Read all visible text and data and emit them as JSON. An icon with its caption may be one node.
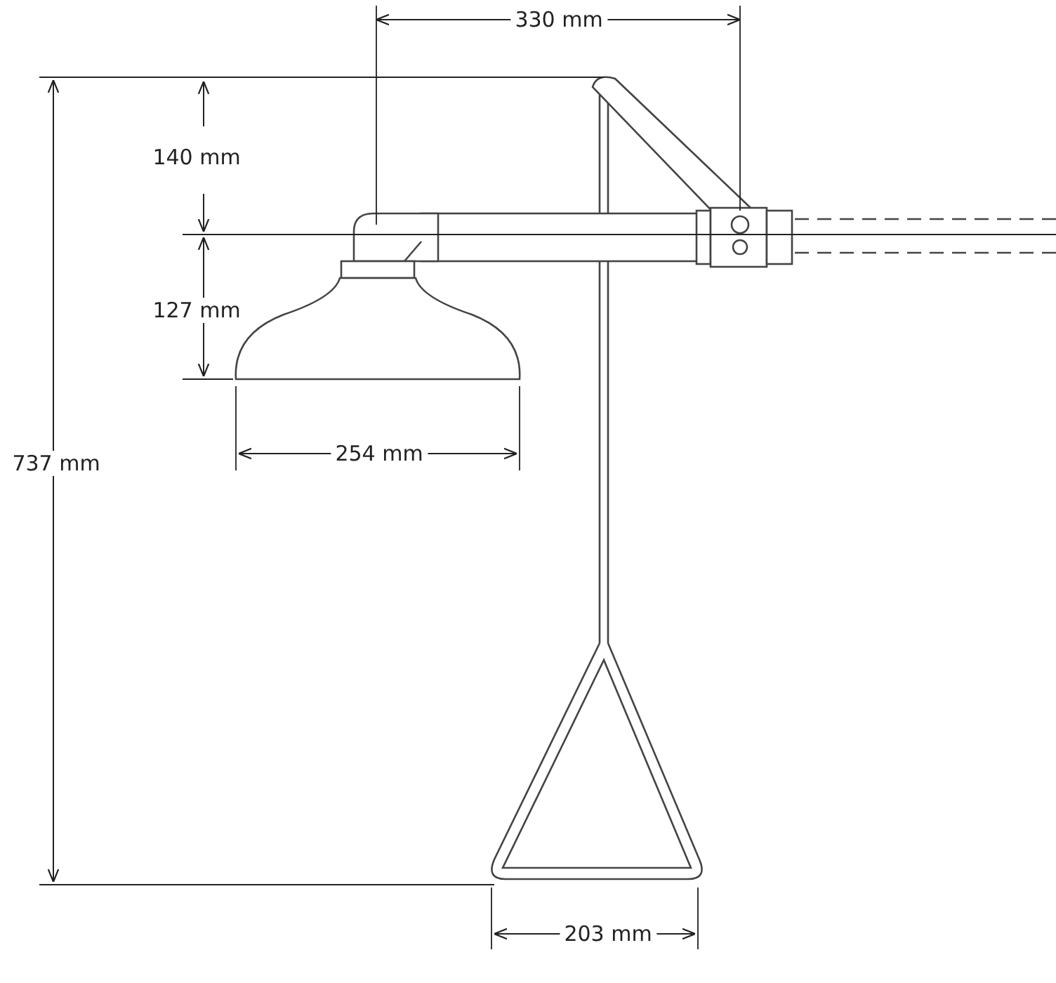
{
  "diagram": {
    "labels": [
      "330 mm",
      "140 mm",
      "127 mm",
      "254 mm",
      "737 mm",
      "203 mm"
    ]
  }
}
